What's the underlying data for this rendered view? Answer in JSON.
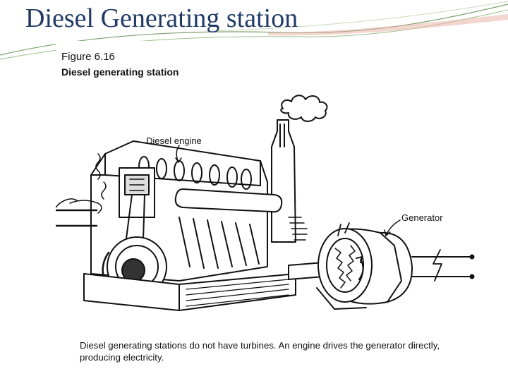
{
  "slide": {
    "title": "Diesel Generating station"
  },
  "figure": {
    "number": "Figure 6.16",
    "title": "Diesel generating station",
    "labels": {
      "engine": "Diesel engine",
      "generator": "Generator"
    },
    "caption": "Diesel generating stations do not have turbines. An engine drives the generator directly, producing electricity."
  },
  "colors": {
    "title": "#1f3b66",
    "swoosh": "#7aa06a",
    "ink": "#111111"
  }
}
